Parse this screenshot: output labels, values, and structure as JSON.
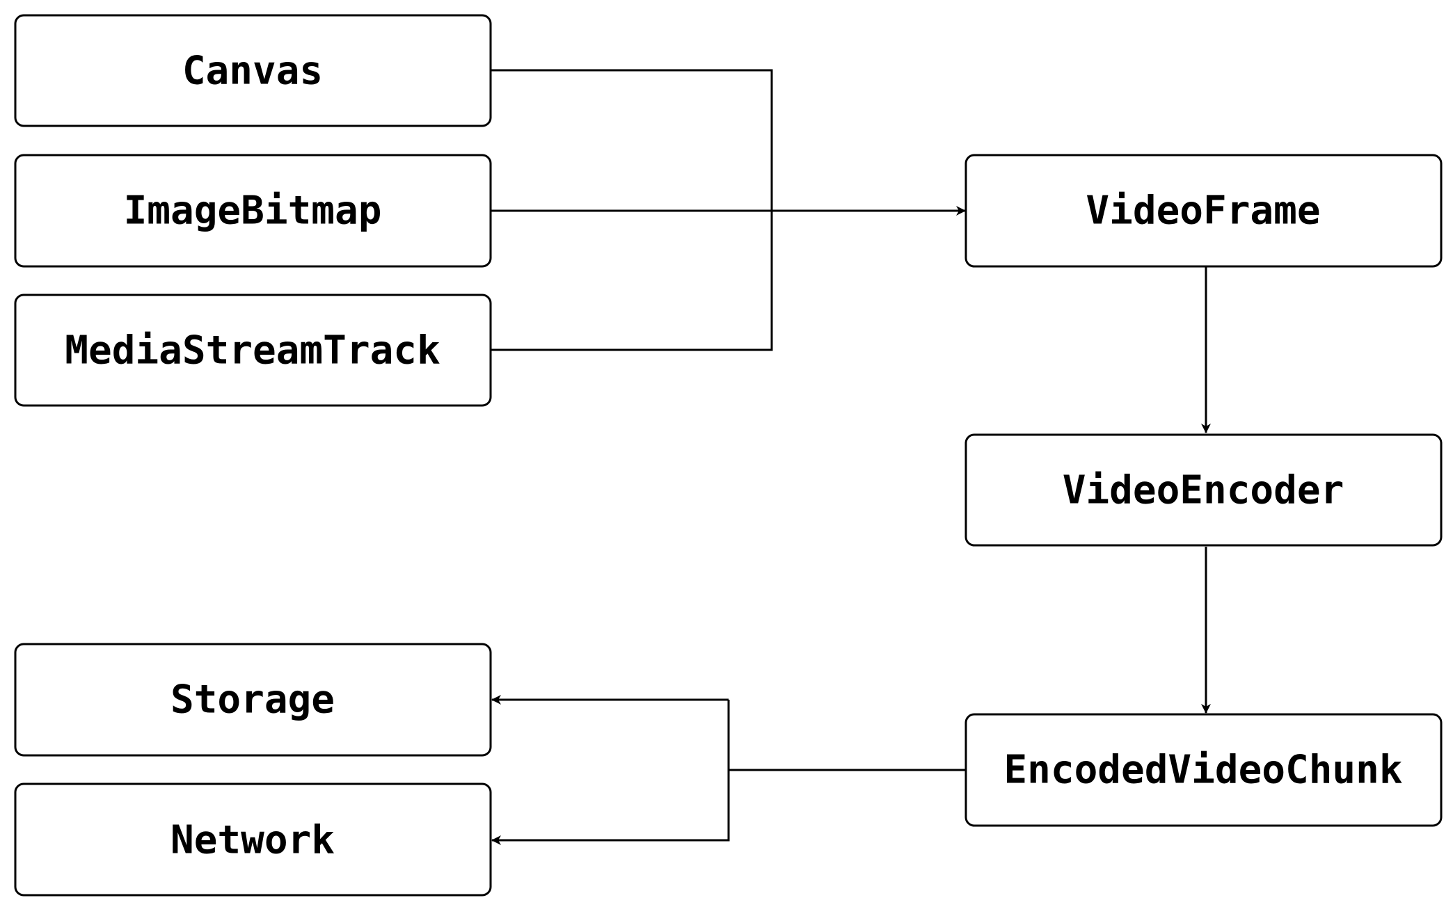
{
  "nodes": {
    "canvas": "Canvas",
    "image_bitmap": "ImageBitmap",
    "media_stream_track": "MediaStreamTrack",
    "video_frame": "VideoFrame",
    "video_encoder": "VideoEncoder",
    "encoded_video_chunk": "EncodedVideoChunk",
    "storage": "Storage",
    "network": "Network"
  },
  "edges": [
    {
      "from": "Canvas",
      "to": "VideoFrame"
    },
    {
      "from": "ImageBitmap",
      "to": "VideoFrame"
    },
    {
      "from": "MediaStreamTrack",
      "to": "VideoFrame"
    },
    {
      "from": "VideoFrame",
      "to": "VideoEncoder"
    },
    {
      "from": "VideoEncoder",
      "to": "EncodedVideoChunk"
    },
    {
      "from": "EncodedVideoChunk",
      "to": "Storage"
    },
    {
      "from": "EncodedVideoChunk",
      "to": "Network"
    }
  ],
  "colors": {
    "stroke": "#000000",
    "background": "#ffffff"
  }
}
